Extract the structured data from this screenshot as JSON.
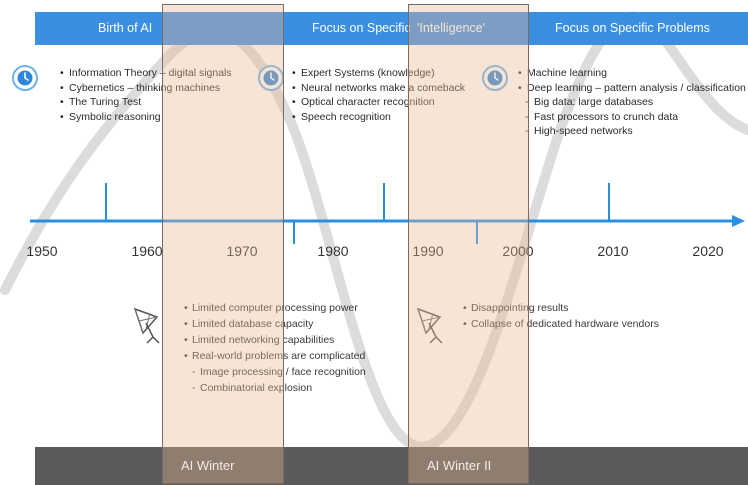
{
  "header": {
    "birth_of_ai": "Birth of AI",
    "focus_intelligence_a": "Focus on Specific",
    "focus_intelligence_b": "'Intelligence'",
    "focus_problems": "Focus on Specific Problems"
  },
  "eras": {
    "birth": {
      "icon": "clock-icon",
      "items": [
        "Information Theory – digital signals",
        "Cybernetics – thinking machines",
        "The Turing Test",
        "Symbolic reasoning"
      ]
    },
    "intelligence": {
      "icon": "clock-icon",
      "items": [
        "Expert Systems (knowledge)",
        "Neural networks make a comeback",
        "Optical character recognition",
        "Speech recognition"
      ]
    },
    "problems": {
      "icon": "clock-icon",
      "items": [
        "Machine learning",
        "Deep learning – pattern analysis / classification"
      ],
      "subitems": [
        "Big data: large databases",
        "Fast processors to crunch data",
        "High-speed networks"
      ]
    }
  },
  "timeline": {
    "years": [
      "1950",
      "1960",
      "1970",
      "1980",
      "1990",
      "2000",
      "2010",
      "2020"
    ],
    "axis_color": "#2a8fe0"
  },
  "winters": {
    "first": {
      "label": "AI Winter",
      "icon": "satellite-dish-icon",
      "items": [
        "Limited computer processing power",
        "Limited database capacity",
        "Limited networking capabilities",
        "Real-world problems are complicated"
      ],
      "subitems": [
        "Image processing / face recognition",
        "Combinatorial explosion"
      ]
    },
    "second": {
      "label": "AI Winter II",
      "icon": "satellite-dish-icon",
      "items": [
        "Disappointing results",
        "Collapse of dedicated hardware vendors"
      ]
    }
  },
  "colors": {
    "header_bar": "#3a8fe0",
    "footer_bar": "#5a5a5a",
    "winter_fill": "#e8b996",
    "text": "#2b2b2b"
  }
}
